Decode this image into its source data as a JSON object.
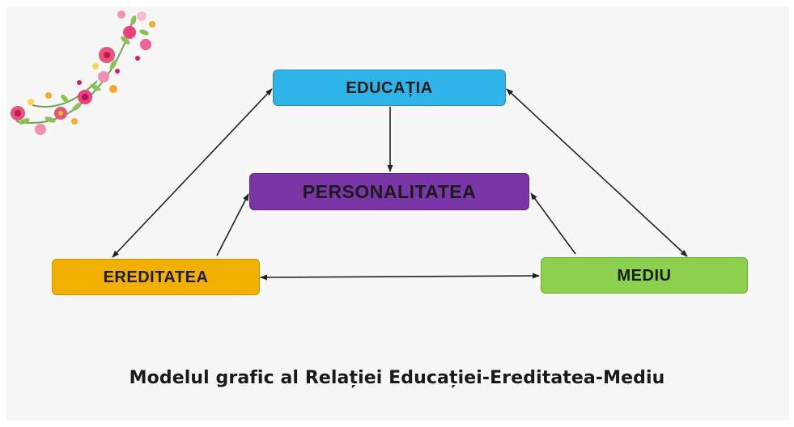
{
  "nodes": {
    "educatia": {
      "label": "EDUCAȚIA",
      "color": "#2fb4ea",
      "border": "#2090c4"
    },
    "personalitatea": {
      "label": "PERSONALITATEA",
      "color": "#7a35a6",
      "border": "#5f2685"
    },
    "ereditatea": {
      "label": "EREDITATEA",
      "color": "#f2b100",
      "border": "#cf9400"
    },
    "mediu": {
      "label": "MEDIU",
      "color": "#8cd14e",
      "border": "#6fb232"
    }
  },
  "edges": [
    {
      "from": "educatia",
      "to": "personalitatea",
      "arrows": "end"
    },
    {
      "from": "ereditatea",
      "to": "personalitatea",
      "arrows": "end"
    },
    {
      "from": "mediu",
      "to": "personalitatea",
      "arrows": "end"
    },
    {
      "from": "educatia",
      "to": "ereditatea",
      "arrows": "both"
    },
    {
      "from": "educatia",
      "to": "mediu",
      "arrows": "both"
    },
    {
      "from": "ereditatea",
      "to": "mediu",
      "arrows": "both"
    }
  ],
  "caption": "Modelul grafic  al Relației Educației-Ereditatea-Mediu"
}
